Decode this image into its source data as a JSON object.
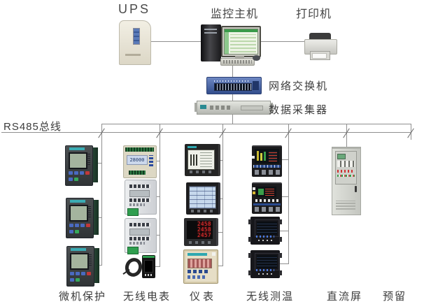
{
  "colors": {
    "line_gray": "#8f8f8f",
    "switch_blue": "#32508c",
    "accent_teal": "#2fa8b0",
    "led_red": "#f03030",
    "terminal_green": "#2f9e4f",
    "ups_beige": "#e8e4d4",
    "label_text": "#3c3c3c"
  },
  "top": {
    "ups_label": "UPS",
    "host_label": "监控主机",
    "printer_label": "打印机"
  },
  "middle": {
    "switch_label": "网络交换机",
    "collector_label": "数据采集器"
  },
  "bus": {
    "label": "RS485总线"
  },
  "columns": [
    {
      "label": "微机保护",
      "device_count": 3
    },
    {
      "label": "无线电表",
      "device_count": 4
    },
    {
      "label": "仪表",
      "device_count": 4
    },
    {
      "label": "无线测温",
      "device_count": 4
    },
    {
      "label": "直流屏",
      "device_count": 1
    },
    {
      "label": "预留",
      "device_count": 0
    }
  ],
  "readings": {
    "wireless_meter_lcd": "28000",
    "led_meter_rows": [
      "2458",
      "2458",
      "2457"
    ]
  }
}
